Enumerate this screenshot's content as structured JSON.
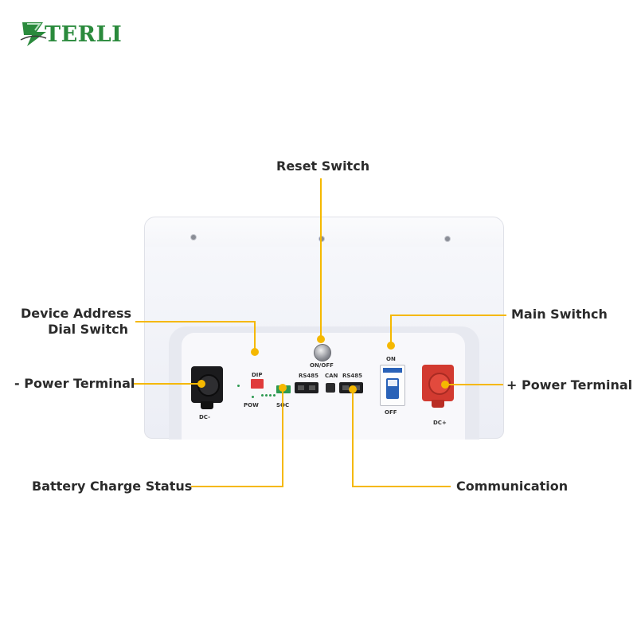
{
  "brand": {
    "name": "TERLI",
    "colors": {
      "green": "#2a8a3c",
      "accent": "#f5b800"
    }
  },
  "callouts": {
    "reset_switch": "Reset Switch",
    "device_address_line1": "Device Address",
    "device_address_line2": "Dial Switch",
    "power_negative": "- Power Terminal",
    "power_positive": "+ Power Terminal",
    "main_switch": "Main Swithch",
    "battery_charge_status": "Battery Charge Status",
    "communication": "Communication"
  },
  "panel_labels": {
    "on_off": "ON/OFF",
    "dip": "DIP",
    "pow": "POW",
    "soc": "SOC",
    "rs485_left": "RS485",
    "can": "CAN",
    "rs485_right": "RS485",
    "on": "ON",
    "off": "OFF",
    "dc_neg": "DC-",
    "dc_pos": "DC+"
  }
}
